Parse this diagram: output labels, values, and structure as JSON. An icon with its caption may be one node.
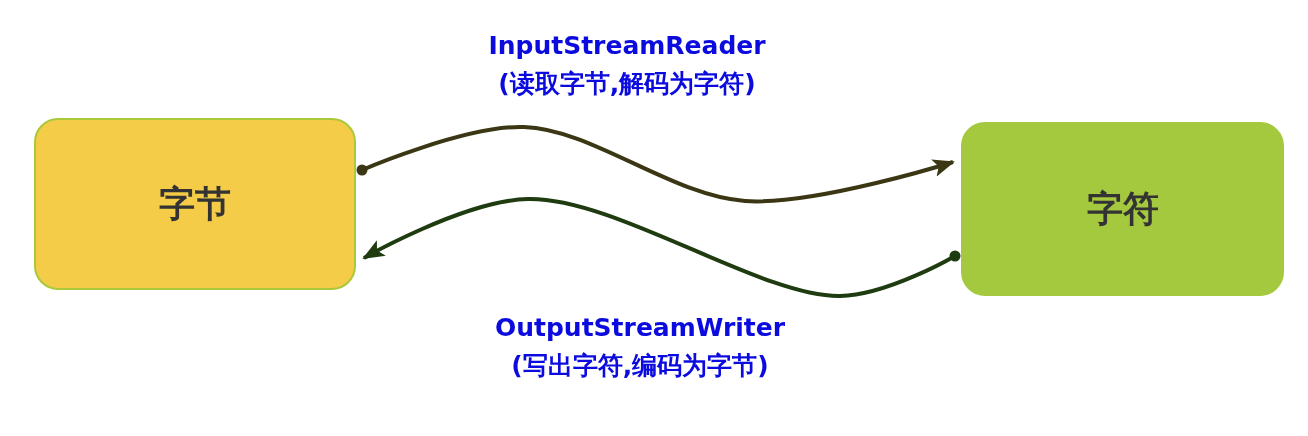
{
  "diagram": {
    "nodes": [
      {
        "text": [
          "字节"
        ]
      },
      {
        "text": [
          "字符"
        ]
      }
    ],
    "edges": [
      {
        "from": 0,
        "to": 1,
        "arrow": "to",
        "label": "InputStreamReader (读取字节,解码为字符)",
        "color": "#3b3714"
      },
      {
        "from": 1,
        "to": 0,
        "arrow": "to",
        "label": "OutputStreamWriter (写出字符,编码为字节)",
        "color": "#1f3b10"
      }
    ]
  }
}
